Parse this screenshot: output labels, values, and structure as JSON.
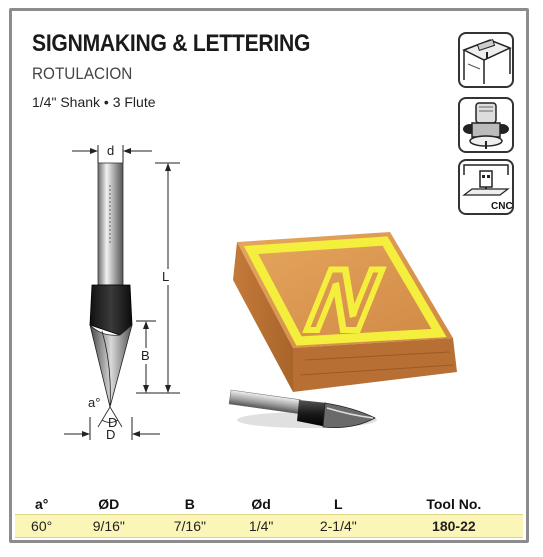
{
  "header": {
    "title": "SIGNMAKING & LETTERING",
    "subtitle": "ROTULACION",
    "spec_line": "1/4\" Shank • 3 Flute"
  },
  "icons": [
    {
      "name": "router-table-icon"
    },
    {
      "name": "handheld-router-icon"
    },
    {
      "name": "cnc-machine-icon",
      "label": "CNC"
    }
  ],
  "drawing": {
    "labels": {
      "shank_dia": "d",
      "length": "L",
      "cut_height": "B",
      "angle": "a°",
      "cut_dia_small": "D",
      "cut_dia": "D"
    }
  },
  "photo": {
    "sign_letter": "N"
  },
  "specs_table": {
    "headers": [
      "a°",
      "ØD",
      "B",
      "Ød",
      "L",
      "Tool No."
    ],
    "rows": [
      [
        "60°",
        "9/16\"",
        "7/16\"",
        "1/4\"",
        "2-1/4\"",
        "180-22"
      ]
    ]
  },
  "colors": {
    "frame": "#8c8c8c",
    "table_highlight": "#fbf6b7",
    "sign_wood": "#d99650",
    "sign_inlay": "#f4ee3c"
  }
}
